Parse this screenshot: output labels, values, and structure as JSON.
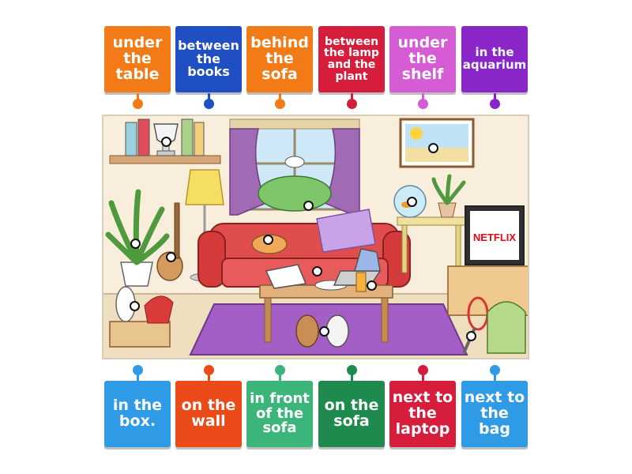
{
  "top_labels": [
    {
      "text": "under the table",
      "color": "#f27a17",
      "size": 19
    },
    {
      "text": "between the books",
      "color": "#1f4fc2",
      "size": 16
    },
    {
      "text": "behind the sofa",
      "color": "#f27a17",
      "size": 19
    },
    {
      "text": "between the lamp and the plant",
      "color": "#d61e3c",
      "size": 14
    },
    {
      "text": "under the shelf",
      "color": "#d65cd6",
      "size": 19
    },
    {
      "text": "in the aquarium",
      "color": "#8a25c7",
      "size": 15
    }
  ],
  "bottom_labels": [
    {
      "text": "in the box.",
      "color": "#2f9be6",
      "size": 19
    },
    {
      "text": "on the wall",
      "color": "#ea4b18",
      "size": 19
    },
    {
      "text": "in front of the sofa",
      "color": "#3bb57a",
      "size": 18
    },
    {
      "text": "on the sofa",
      "color": "#1e8a4e",
      "size": 19
    },
    {
      "text": "next to the laptop",
      "color": "#d61e3c",
      "size": 19
    },
    {
      "text": "next to the bag",
      "color": "#2f9be6",
      "size": 19
    }
  ],
  "scene": {
    "tv_text": "NETFLIX"
  }
}
